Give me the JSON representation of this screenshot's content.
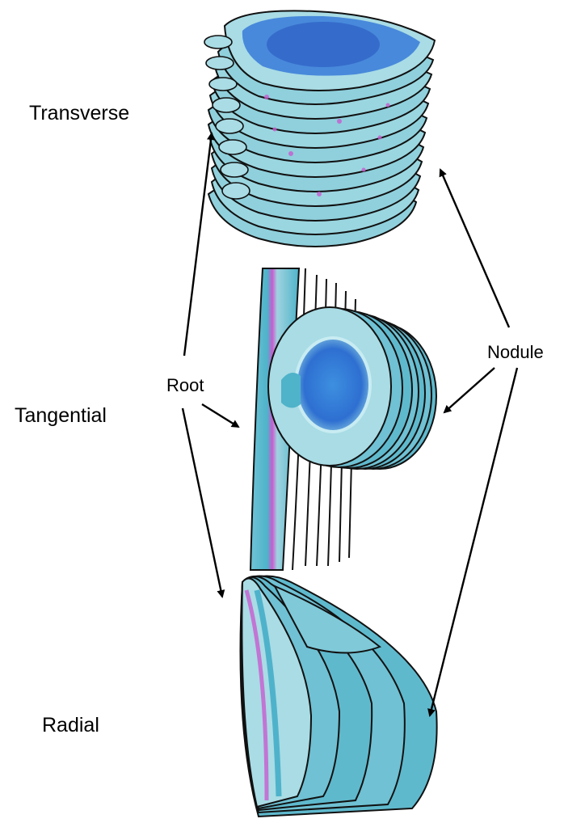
{
  "views": {
    "transverse": "Transverse",
    "tangential": "Tangential",
    "radial": "Radial"
  },
  "callouts": {
    "root": "Root",
    "nodule": "Nodule"
  },
  "colors": {
    "tissue_cyan": "#4fb3c9",
    "tissue_blue": "#2e6fd1",
    "tissue_pale": "#bfe0e6",
    "stain_magenta": "#c85bd0",
    "outline": "#111111",
    "arrow": "#000000"
  }
}
